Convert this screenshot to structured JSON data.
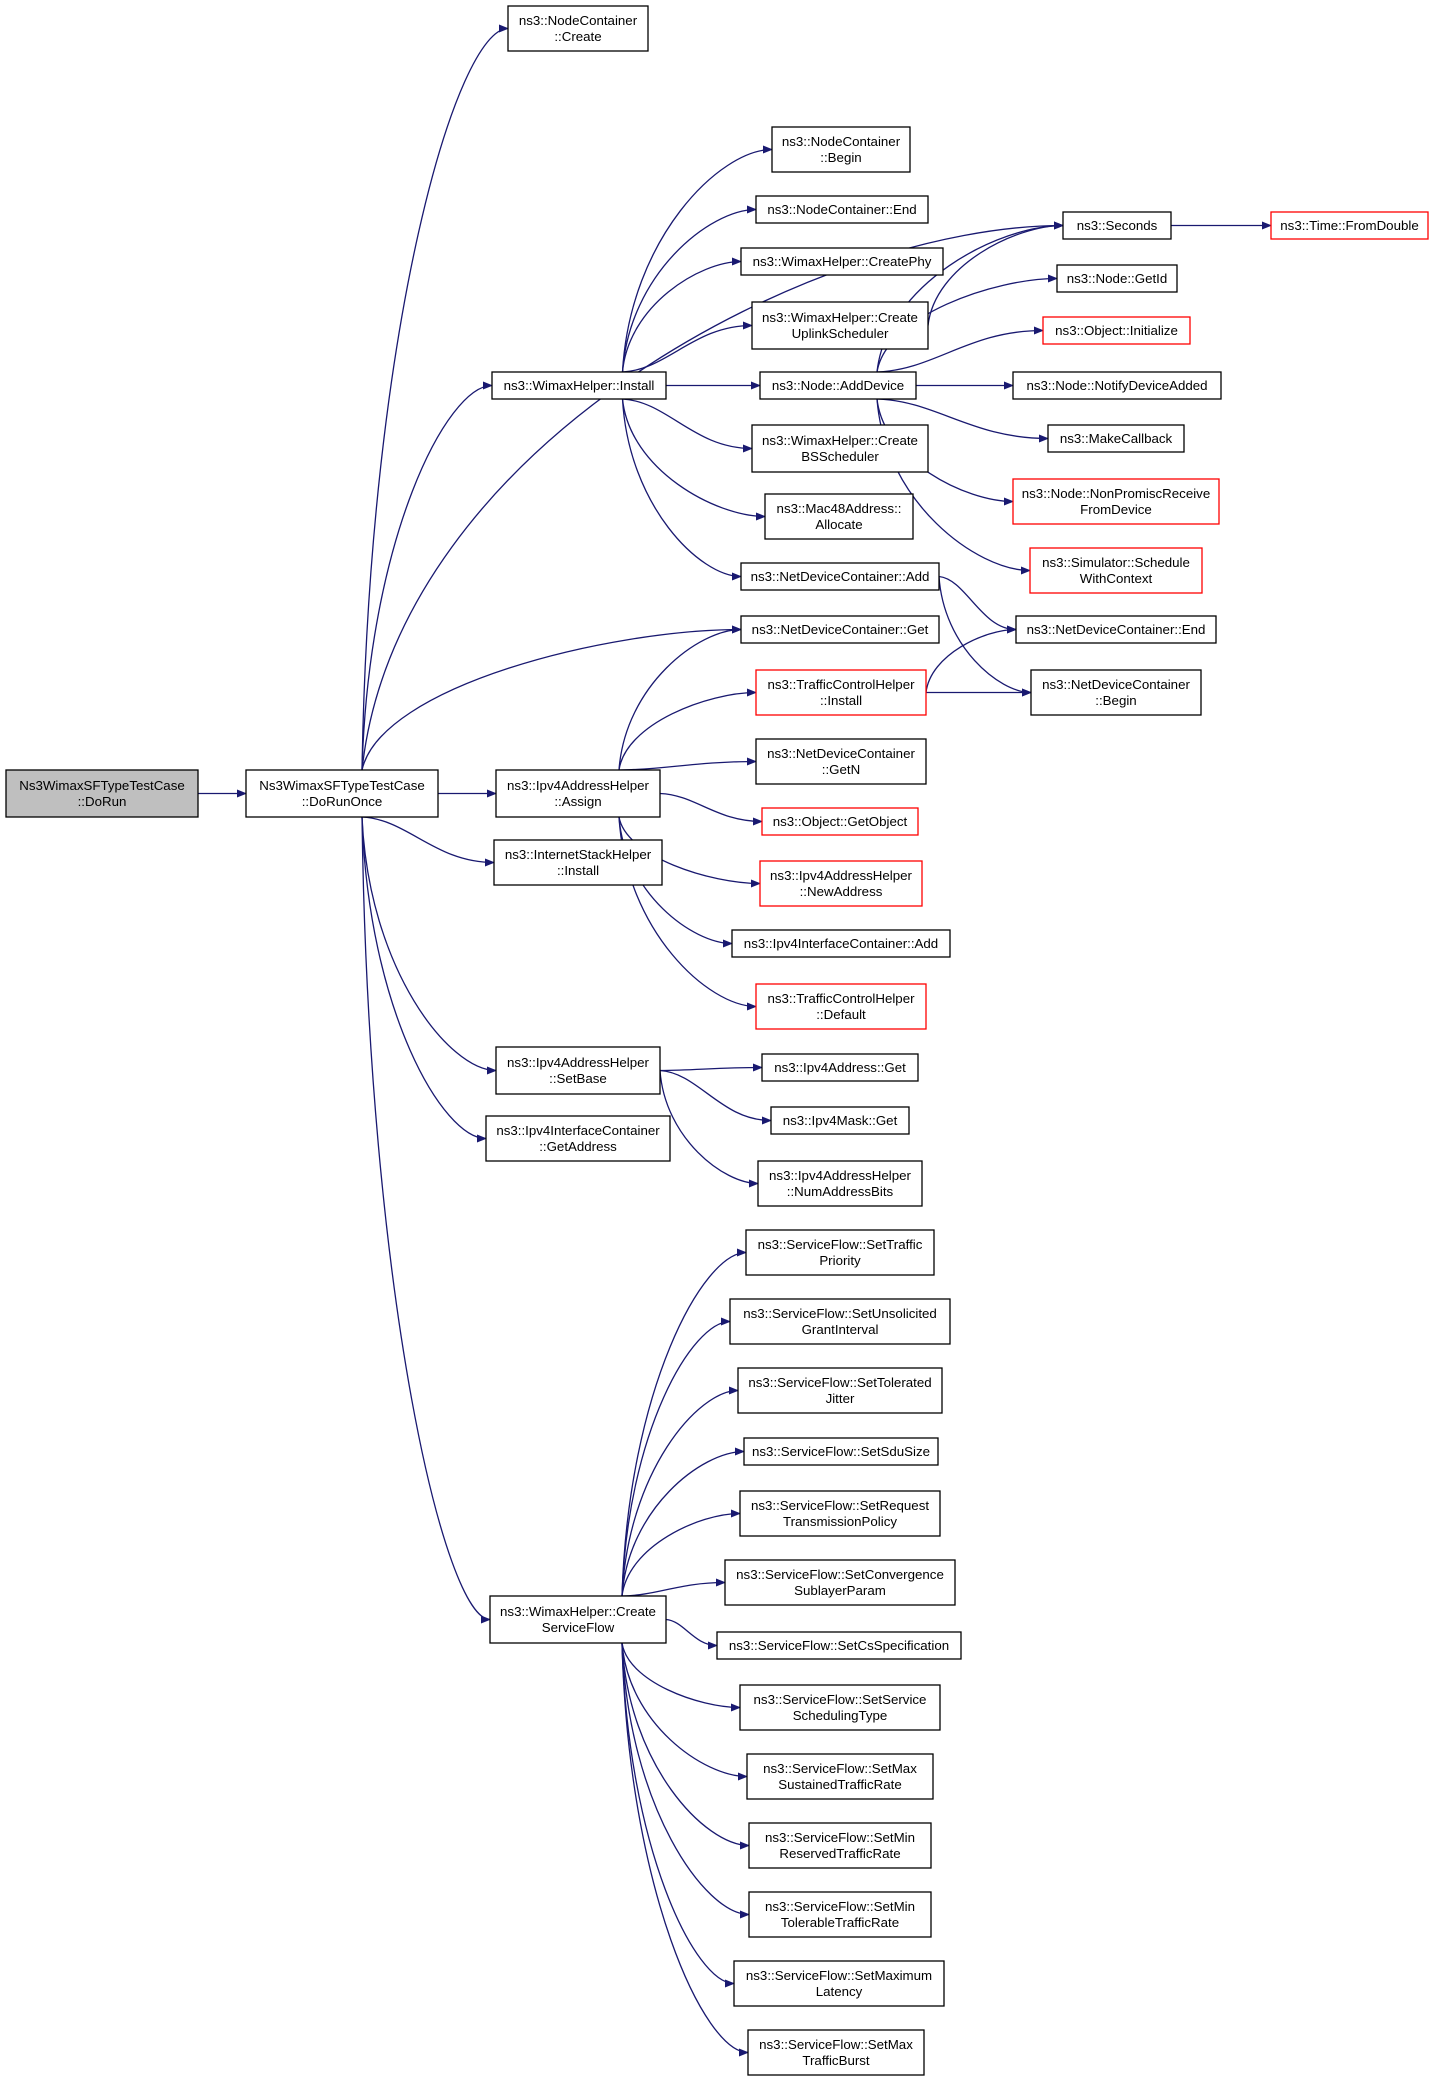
{
  "colors": {
    "edge": "#191970",
    "node_border": "#000000",
    "node_border_incomplete": "#ff0000",
    "root_fill": "#bfbfbf",
    "node_fill": "#ffffff"
  },
  "nodes": [
    {
      "id": "root",
      "lines": [
        "Ns3WimaxSFTypeTestCase",
        "::DoRun"
      ],
      "kind": "root"
    },
    {
      "id": "doRunOnce",
      "lines": [
        "Ns3WimaxSFTypeTestCase",
        "::DoRunOnce"
      ],
      "kind": "normal"
    },
    {
      "id": "ncCreate",
      "lines": [
        "ns3::NodeContainer",
        "::Create"
      ],
      "kind": "normal"
    },
    {
      "id": "ncBegin",
      "lines": [
        "ns3::NodeContainer",
        "::Begin"
      ],
      "kind": "normal"
    },
    {
      "id": "ncEnd",
      "lines": [
        "ns3::NodeContainer::End"
      ],
      "kind": "normal"
    },
    {
      "id": "whCreatePhy",
      "lines": [
        "ns3::WimaxHelper::CreatePhy"
      ],
      "kind": "normal"
    },
    {
      "id": "whUplink",
      "lines": [
        "ns3::WimaxHelper::Create",
        "UplinkScheduler"
      ],
      "kind": "normal"
    },
    {
      "id": "whInstall",
      "lines": [
        "ns3::WimaxHelper::Install"
      ],
      "kind": "normal"
    },
    {
      "id": "nodeAddDevice",
      "lines": [
        "ns3::Node::AddDevice"
      ],
      "kind": "normal"
    },
    {
      "id": "whBS",
      "lines": [
        "ns3::WimaxHelper::Create",
        "BSScheduler"
      ],
      "kind": "normal"
    },
    {
      "id": "mac48",
      "lines": [
        "ns3::Mac48Address::",
        "Allocate"
      ],
      "kind": "normal"
    },
    {
      "id": "ndcAdd",
      "lines": [
        "ns3::NetDeviceContainer::Add"
      ],
      "kind": "normal"
    },
    {
      "id": "seconds",
      "lines": [
        "ns3::Seconds"
      ],
      "kind": "normal"
    },
    {
      "id": "fromDouble",
      "lines": [
        "ns3::Time::FromDouble"
      ],
      "kind": "incomplete"
    },
    {
      "id": "nodeGetId",
      "lines": [
        "ns3::Node::GetId"
      ],
      "kind": "normal"
    },
    {
      "id": "objInit",
      "lines": [
        "ns3::Object::Initialize"
      ],
      "kind": "incomplete"
    },
    {
      "id": "notify",
      "lines": [
        "ns3::Node::NotifyDeviceAdded"
      ],
      "kind": "normal"
    },
    {
      "id": "makeCb",
      "lines": [
        "ns3::MakeCallback"
      ],
      "kind": "normal"
    },
    {
      "id": "nonPromisc",
      "lines": [
        "ns3::Node::NonPromiscReceive",
        "FromDevice"
      ],
      "kind": "incomplete"
    },
    {
      "id": "schedCtx",
      "lines": [
        "ns3::Simulator::Schedule",
        "WithContext"
      ],
      "kind": "incomplete"
    },
    {
      "id": "ndcEnd",
      "lines": [
        "ns3::NetDeviceContainer::End"
      ],
      "kind": "normal"
    },
    {
      "id": "ndcBegin",
      "lines": [
        "ns3::NetDeviceContainer",
        "::Begin"
      ],
      "kind": "normal"
    },
    {
      "id": "ndcGet",
      "lines": [
        "ns3::NetDeviceContainer::Get"
      ],
      "kind": "normal"
    },
    {
      "id": "tchInstall",
      "lines": [
        "ns3::TrafficControlHelper",
        "::Install"
      ],
      "kind": "incomplete"
    },
    {
      "id": "ipAssign",
      "lines": [
        "ns3::Ipv4AddressHelper",
        "::Assign"
      ],
      "kind": "normal"
    },
    {
      "id": "ndcGetN",
      "lines": [
        "ns3::NetDeviceContainer",
        "::GetN"
      ],
      "kind": "normal"
    },
    {
      "id": "getObject",
      "lines": [
        "ns3::Object::GetObject"
      ],
      "kind": "incomplete"
    },
    {
      "id": "newAddr",
      "lines": [
        "ns3::Ipv4AddressHelper",
        "::NewAddress"
      ],
      "kind": "incomplete"
    },
    {
      "id": "iicAdd",
      "lines": [
        "ns3::Ipv4InterfaceContainer::Add"
      ],
      "kind": "normal"
    },
    {
      "id": "tchDefault",
      "lines": [
        "ns3::TrafficControlHelper",
        "::Default"
      ],
      "kind": "incomplete"
    },
    {
      "id": "ishInstall",
      "lines": [
        "ns3::InternetStackHelper",
        "::Install"
      ],
      "kind": "normal"
    },
    {
      "id": "ipSetBase",
      "lines": [
        "ns3::Ipv4AddressHelper",
        "::SetBase"
      ],
      "kind": "normal"
    },
    {
      "id": "ipv4AddrGet",
      "lines": [
        "ns3::Ipv4Address::Get"
      ],
      "kind": "normal"
    },
    {
      "id": "ipv4MaskGet",
      "lines": [
        "ns3::Ipv4Mask::Get"
      ],
      "kind": "normal"
    },
    {
      "id": "numAddrBits",
      "lines": [
        "ns3::Ipv4AddressHelper",
        "::NumAddressBits"
      ],
      "kind": "normal"
    },
    {
      "id": "iicGetAddr",
      "lines": [
        "ns3::Ipv4InterfaceContainer",
        "::GetAddress"
      ],
      "kind": "normal"
    },
    {
      "id": "createSF",
      "lines": [
        "ns3::WimaxHelper::Create",
        "ServiceFlow"
      ],
      "kind": "normal"
    },
    {
      "id": "sf1",
      "lines": [
        "ns3::ServiceFlow::SetTraffic",
        "Priority"
      ],
      "kind": "normal"
    },
    {
      "id": "sf2",
      "lines": [
        "ns3::ServiceFlow::SetUnsolicited",
        "GrantInterval"
      ],
      "kind": "normal"
    },
    {
      "id": "sf3",
      "lines": [
        "ns3::ServiceFlow::SetTolerated",
        "Jitter"
      ],
      "kind": "normal"
    },
    {
      "id": "sf4",
      "lines": [
        "ns3::ServiceFlow::SetSduSize"
      ],
      "kind": "normal"
    },
    {
      "id": "sf5",
      "lines": [
        "ns3::ServiceFlow::SetRequest",
        "TransmissionPolicy"
      ],
      "kind": "normal"
    },
    {
      "id": "sf6",
      "lines": [
        "ns3::ServiceFlow::SetConvergence",
        "SublayerParam"
      ],
      "kind": "normal"
    },
    {
      "id": "sf7",
      "lines": [
        "ns3::ServiceFlow::SetCsSpecification"
      ],
      "kind": "normal"
    },
    {
      "id": "sf8",
      "lines": [
        "ns3::ServiceFlow::SetService",
        "SchedulingType"
      ],
      "kind": "normal"
    },
    {
      "id": "sf9",
      "lines": [
        "ns3::ServiceFlow::SetMax",
        "SustainedTrafficRate"
      ],
      "kind": "normal"
    },
    {
      "id": "sf10",
      "lines": [
        "ns3::ServiceFlow::SetMin",
        "ReservedTrafficRate"
      ],
      "kind": "normal"
    },
    {
      "id": "sf11",
      "lines": [
        "ns3::ServiceFlow::SetMin",
        "TolerableTrafficRate"
      ],
      "kind": "normal"
    },
    {
      "id": "sf12",
      "lines": [
        "ns3::ServiceFlow::SetMaximum",
        "Latency"
      ],
      "kind": "normal"
    },
    {
      "id": "sf13",
      "lines": [
        "ns3::ServiceFlow::SetMax",
        "TrafficBurst"
      ],
      "kind": "normal"
    }
  ],
  "edges": [
    [
      "root",
      "doRunOnce"
    ],
    [
      "doRunOnce",
      "ncCreate"
    ],
    [
      "doRunOnce",
      "seconds"
    ],
    [
      "doRunOnce",
      "whInstall"
    ],
    [
      "doRunOnce",
      "ndcGet"
    ],
    [
      "doRunOnce",
      "ipAssign"
    ],
    [
      "doRunOnce",
      "ishInstall"
    ],
    [
      "doRunOnce",
      "ipSetBase"
    ],
    [
      "doRunOnce",
      "iicGetAddr"
    ],
    [
      "doRunOnce",
      "createSF"
    ],
    [
      "whInstall",
      "ncBegin"
    ],
    [
      "whInstall",
      "ncEnd"
    ],
    [
      "whInstall",
      "whCreatePhy"
    ],
    [
      "whInstall",
      "whUplink"
    ],
    [
      "whInstall",
      "nodeAddDevice"
    ],
    [
      "whInstall",
      "whBS"
    ],
    [
      "whInstall",
      "mac48"
    ],
    [
      "whInstall",
      "ndcAdd"
    ],
    [
      "whUplink",
      "seconds"
    ],
    [
      "nodeAddDevice",
      "seconds"
    ],
    [
      "nodeAddDevice",
      "nodeGetId"
    ],
    [
      "nodeAddDevice",
      "objInit"
    ],
    [
      "nodeAddDevice",
      "notify"
    ],
    [
      "nodeAddDevice",
      "makeCb"
    ],
    [
      "nodeAddDevice",
      "nonPromisc"
    ],
    [
      "nodeAddDevice",
      "schedCtx"
    ],
    [
      "seconds",
      "fromDouble"
    ],
    [
      "ndcAdd",
      "ndcEnd"
    ],
    [
      "ndcAdd",
      "ndcBegin"
    ],
    [
      "ipAssign",
      "ndcGet"
    ],
    [
      "ipAssign",
      "tchInstall"
    ],
    [
      "ipAssign",
      "ndcGetN"
    ],
    [
      "ipAssign",
      "getObject"
    ],
    [
      "ipAssign",
      "newAddr"
    ],
    [
      "ipAssign",
      "iicAdd"
    ],
    [
      "ipAssign",
      "tchDefault"
    ],
    [
      "tchInstall",
      "ndcEnd"
    ],
    [
      "tchInstall",
      "ndcBegin"
    ],
    [
      "ipSetBase",
      "ipv4AddrGet"
    ],
    [
      "ipSetBase",
      "ipv4MaskGet"
    ],
    [
      "ipSetBase",
      "numAddrBits"
    ],
    [
      "createSF",
      "sf1"
    ],
    [
      "createSF",
      "sf2"
    ],
    [
      "createSF",
      "sf3"
    ],
    [
      "createSF",
      "sf4"
    ],
    [
      "createSF",
      "sf5"
    ],
    [
      "createSF",
      "sf6"
    ],
    [
      "createSF",
      "sf7"
    ],
    [
      "createSF",
      "sf8"
    ],
    [
      "createSF",
      "sf9"
    ],
    [
      "createSF",
      "sf10"
    ],
    [
      "createSF",
      "sf11"
    ],
    [
      "createSF",
      "sf12"
    ],
    [
      "createSF",
      "sf13"
    ]
  ]
}
